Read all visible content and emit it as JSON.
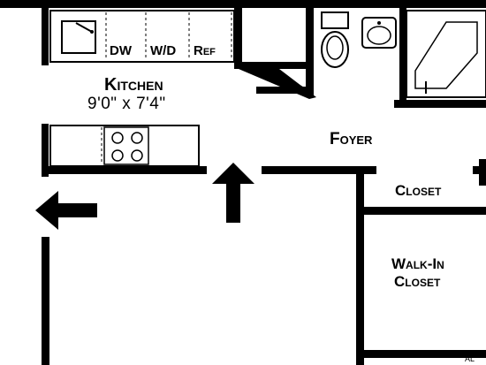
{
  "floorplan": {
    "rooms": {
      "kitchen": {
        "name": "Kitchen",
        "dimensions": "9'0\"  x  7'4\""
      },
      "foyer": {
        "name": "Foyer"
      },
      "closet": {
        "name": "Closet"
      },
      "walk_in_closet": {
        "name_line1": "Walk-In",
        "name_line2": "Closet"
      }
    },
    "appliances": {
      "dishwasher": "DW",
      "washer_dryer": "W/D",
      "refrigerator": "Ref"
    },
    "corner_text": "AL"
  }
}
